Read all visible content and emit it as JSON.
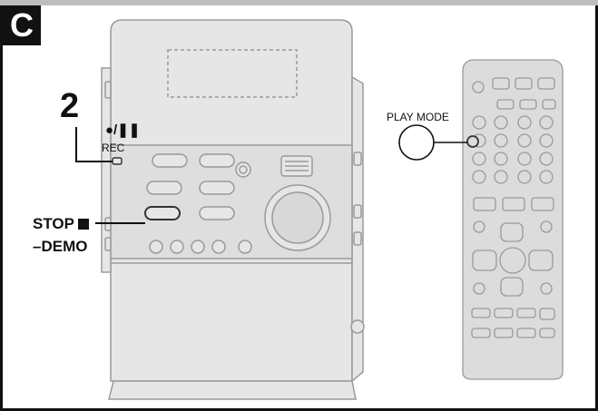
{
  "section": {
    "badge": "C"
  },
  "labels": {
    "step_number": "2",
    "rec_symbol": "●/❚❚",
    "rec": "REC",
    "stop": "STOP",
    "demo": "–DEMO",
    "play_mode": "PLAY MODE"
  },
  "colors": {
    "border": "#111111",
    "device_fill": "#e6e6e6",
    "device_stroke": "#9a9a9a",
    "remote_fill": "#dcdcdc",
    "callout_line": "#111111"
  },
  "icons": [
    "stop-square-icon",
    "record-pause-icon"
  ]
}
